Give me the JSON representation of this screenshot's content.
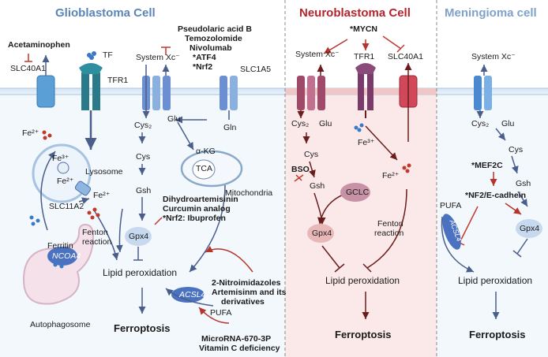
{
  "panels": {
    "glioblastoma": {
      "title": "Glioblastoma  Cell",
      "acetaminophen": "Acetaminophen",
      "slc40a1": "SLC40A1",
      "tf": "TF",
      "tfr1": "TFR1",
      "drugs_top": [
        "Pseudolaric acid B",
        "Temozolomide",
        "Nivolumab",
        "*ATF4",
        "*Nrf2"
      ],
      "system_xc": "System Xc⁻",
      "slc1a5": "SLC1A5",
      "fe2_out": "Fe²⁺",
      "fe3_in": "Fe³⁺",
      "fe2_in": "Fe²⁺",
      "lysosome": "Lysosome",
      "slc11a2": "SLC11A2",
      "fe2_cyto": "Fe²⁺",
      "cys2": "Cys₂",
      "glu": "Glu",
      "gln": "Gln",
      "akg": "α-KG",
      "tca": "TCA",
      "mitochondria": "Mitochondria",
      "cys": "Cys",
      "gsh": "Gsh",
      "gpx4_drugs": [
        "Dihydroartemisinin",
        "Curcumin analog",
        "*Nrf2: Ibuprofen"
      ],
      "gpx4": "Gpx4",
      "fenton": [
        "Fenton",
        "reaction"
      ],
      "ferritin": "Ferritin",
      "ncoa4": "NCOA4",
      "autophagosome": "Autophagosome",
      "lipid_perox": "Lipid peroxidation",
      "nitro": [
        "2-Nitroimidazoles",
        "Artemisinm and its",
        "derivatives"
      ],
      "acsl4": "ACSL4",
      "pufa": "PUFA",
      "ferroptosis": "Ferroptosis",
      "microrna": [
        "MicroRNA-670-3P",
        "Vitamin C deficiency"
      ]
    },
    "neuroblastoma": {
      "title": "Neuroblastoma Cell",
      "mycn": "*MYCN",
      "system_xc": "System Xc⁻",
      "tfr1": "TFR1",
      "slc40a1": "SLC40A1",
      "cys2": "Cys₂",
      "glu": "Glu",
      "fe3": "Fe³⁺",
      "cys": "Cys",
      "bso": "BSO",
      "gsh": "Gsh",
      "gclc": "GCLC",
      "fe2": "Fe²⁺",
      "gpx4": "Gpx4",
      "fenton": [
        "Fenton",
        "reaction"
      ],
      "lipid_perox": "Lipid peroxidation",
      "ferroptosis": "Ferroptosis"
    },
    "meningioma": {
      "title": "Meningioma cell",
      "system_xc": "System Xc⁻",
      "cys2": "Cys₂",
      "glu": "Glu",
      "cys": "Cys",
      "mef2c": "*MEF2C",
      "gsh": "Gsh",
      "nrf2": "*NF2/E-cadhein",
      "pufa": "PUFA",
      "acsl4": "ACSL4",
      "gpx4": "Gpx4",
      "lipid_perox": "Lipid peroxidation",
      "ferroptosis": "Ferroptosis"
    }
  },
  "colors": {
    "title_blue": "#5b85b8",
    "title_red": "#b5242c",
    "title_light_blue": "#7fa3c8",
    "neuro_bg": "#fbe9e9",
    "membrane_blue": "#b9d4ec",
    "arrow_dark": "#4a5e8c",
    "arrow_red": "#b5342c",
    "arrow_brown": "#6b1c1c",
    "inhibit_red": "#c0392b"
  }
}
